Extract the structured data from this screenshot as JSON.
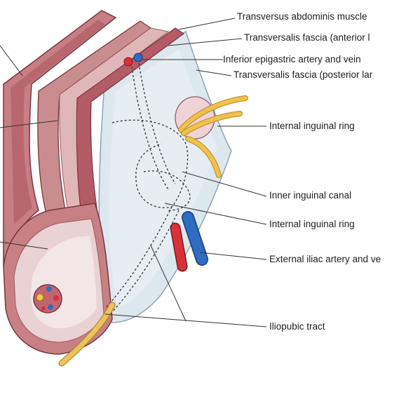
{
  "labels": {
    "transversus": "Transversus abdominis muscle",
    "fascia_anterior": "Transversalis  fascia (anterior l",
    "epigastric": "Inferior epigastric artery and vein",
    "fascia_posterior": "Transversalis fascia (posterior lar",
    "internal_ring_1": "Internal inguinal ring",
    "inner_canal": "Inner inguinal canal",
    "internal_ring_2": "Internal inguinal ring",
    "iliac": "External iliac artery and ve",
    "iliopubic": "Iliopubic tract"
  },
  "colors": {
    "muscle": "#b86a70",
    "muscle_dark": "#8e3f48",
    "muscle_light": "#e7c4c4",
    "fascia": "#d7e3ec",
    "fascia_edge": "#8fa4b4",
    "artery": "#d8313a",
    "vein": "#2f6cc2",
    "cord": "#e9b93e"
  }
}
